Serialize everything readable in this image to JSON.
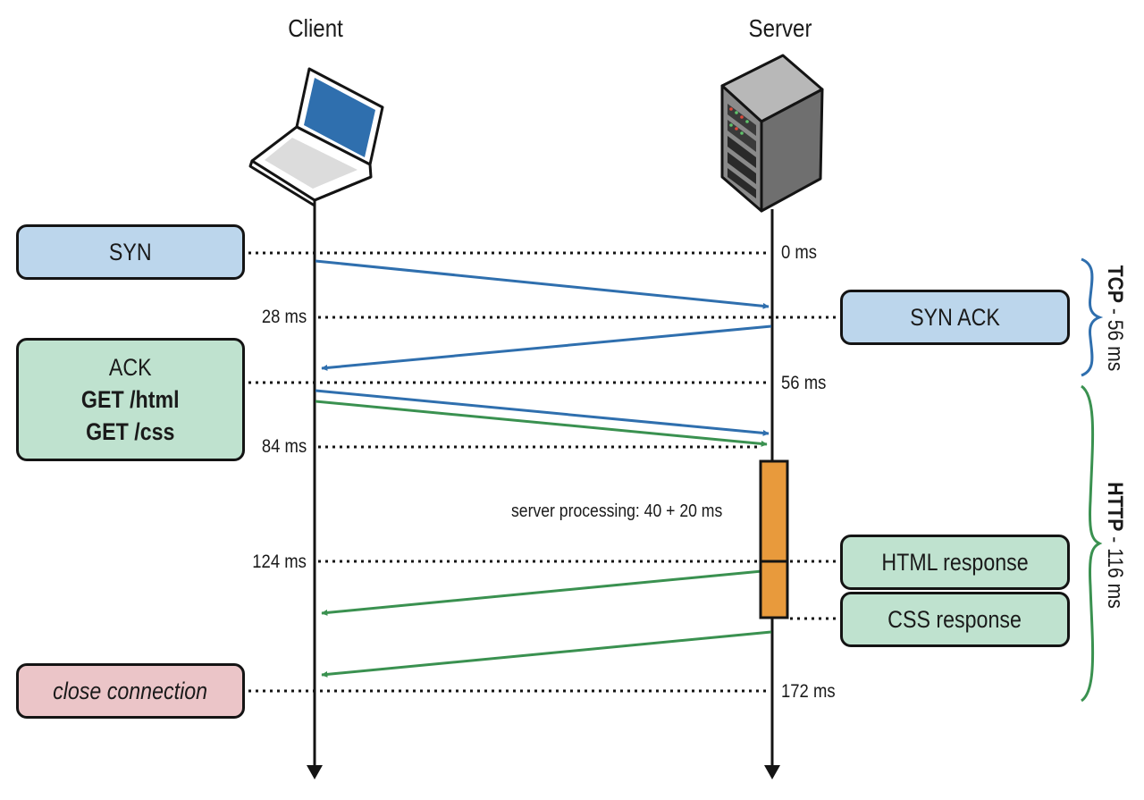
{
  "columns": {
    "client": "Client",
    "server": "Server"
  },
  "client_boxes": {
    "syn": "SYN",
    "ack_lines": [
      "ACK",
      "GET /html",
      "GET /css"
    ],
    "close": "close connection"
  },
  "server_boxes": {
    "syn_ack": "SYN ACK",
    "html_response": "HTML response",
    "css_response": "CSS response"
  },
  "timestamps": {
    "t0": "0 ms",
    "t28": "28 ms",
    "t56": "56 ms",
    "t84": "84 ms",
    "t124": "124 ms",
    "t172": "172 ms"
  },
  "processing": "server processing: 40 + 20 ms",
  "phases": {
    "tcp": {
      "name": "TCP",
      "duration": " - 56 ms"
    },
    "http": {
      "name": "HTTP",
      "duration": " - 116 ms"
    }
  },
  "colors": {
    "syn_fill": "#bcd6ec",
    "green_fill": "#bfe2cf",
    "close_fill": "#ebc5c8",
    "tcp_arrow": "#2f6fae",
    "http_arrow": "#3a9150",
    "processing_bar": "#e89a3c",
    "tcp_brace": "#2f6fae",
    "http_brace": "#3a9150",
    "laptop_screen": "#2f6fae",
    "server_body": "#8a8a8a"
  },
  "icons": {
    "client": "laptop-icon",
    "server": "server-tower-icon"
  }
}
